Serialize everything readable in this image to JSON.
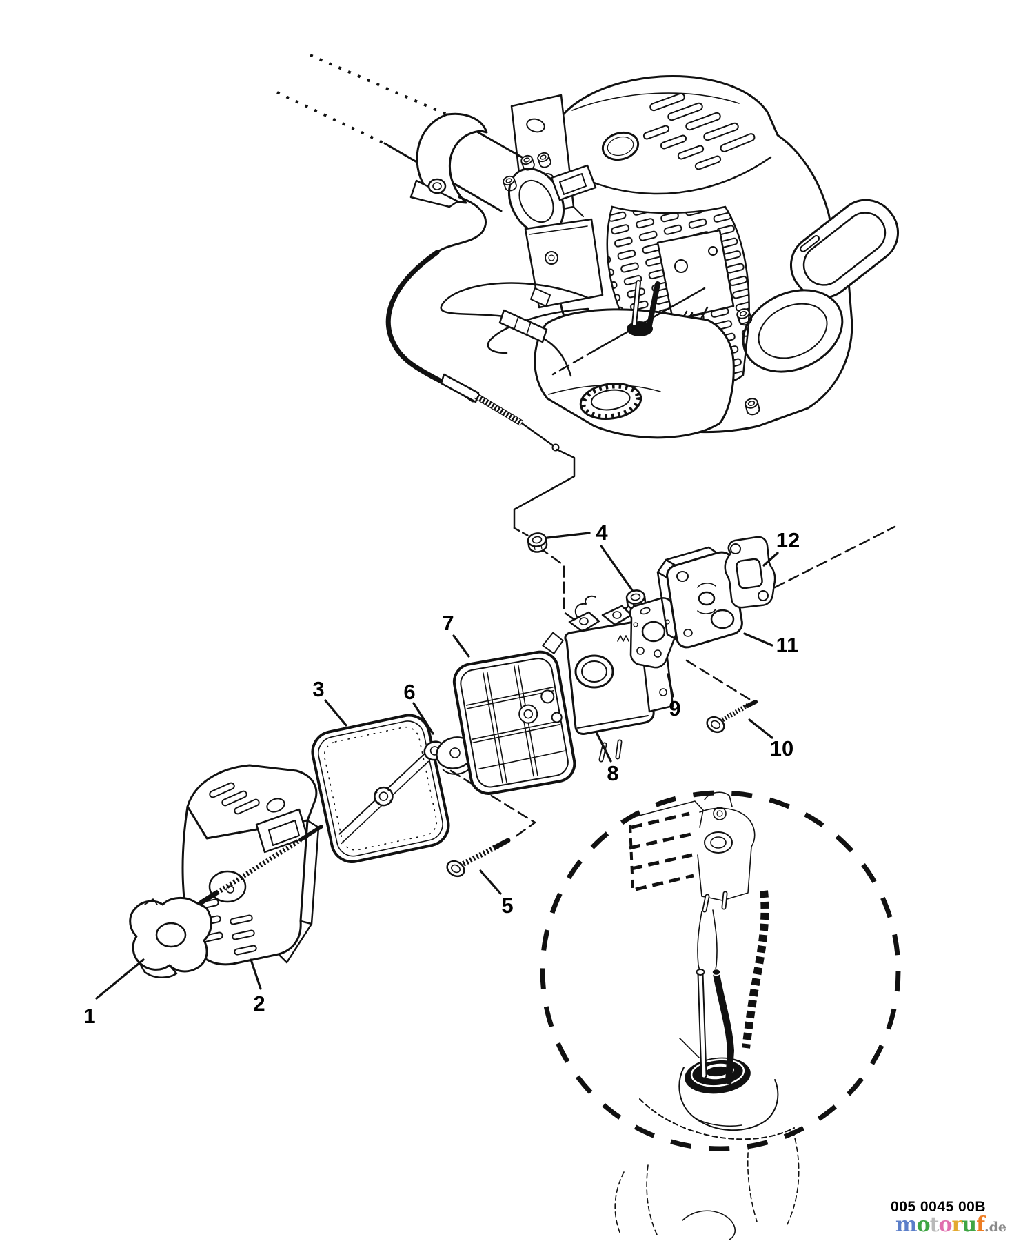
{
  "figure": {
    "title": "Exploded parts diagram - engine intake, air cleaner and carburetor group",
    "background": "#ffffff",
    "line_color": "#111111"
  },
  "callouts": [
    {
      "label": "1"
    },
    {
      "label": "2"
    },
    {
      "label": "3"
    },
    {
      "label": "4"
    },
    {
      "label": "5"
    },
    {
      "label": "6"
    },
    {
      "label": "7"
    },
    {
      "label": "8"
    },
    {
      "label": "9"
    },
    {
      "label": "10"
    },
    {
      "label": "11"
    },
    {
      "label": "12"
    }
  ],
  "footer": {
    "part_number": "005 0045 00B",
    "logo": {
      "letters": [
        {
          "char": "m",
          "color": "#5b7ec9"
        },
        {
          "char": "o",
          "color": "#3fa544"
        },
        {
          "char": "t",
          "color": "#b9b9b9"
        },
        {
          "char": "o",
          "color": "#e06fae"
        },
        {
          "char": "r",
          "color": "#e3a92f"
        },
        {
          "char": "u",
          "color": "#3fa544"
        },
        {
          "char": "f",
          "color": "#ed7d23"
        }
      ],
      "suffix": ".de",
      "suffix_color": "#8a8a8a"
    }
  }
}
